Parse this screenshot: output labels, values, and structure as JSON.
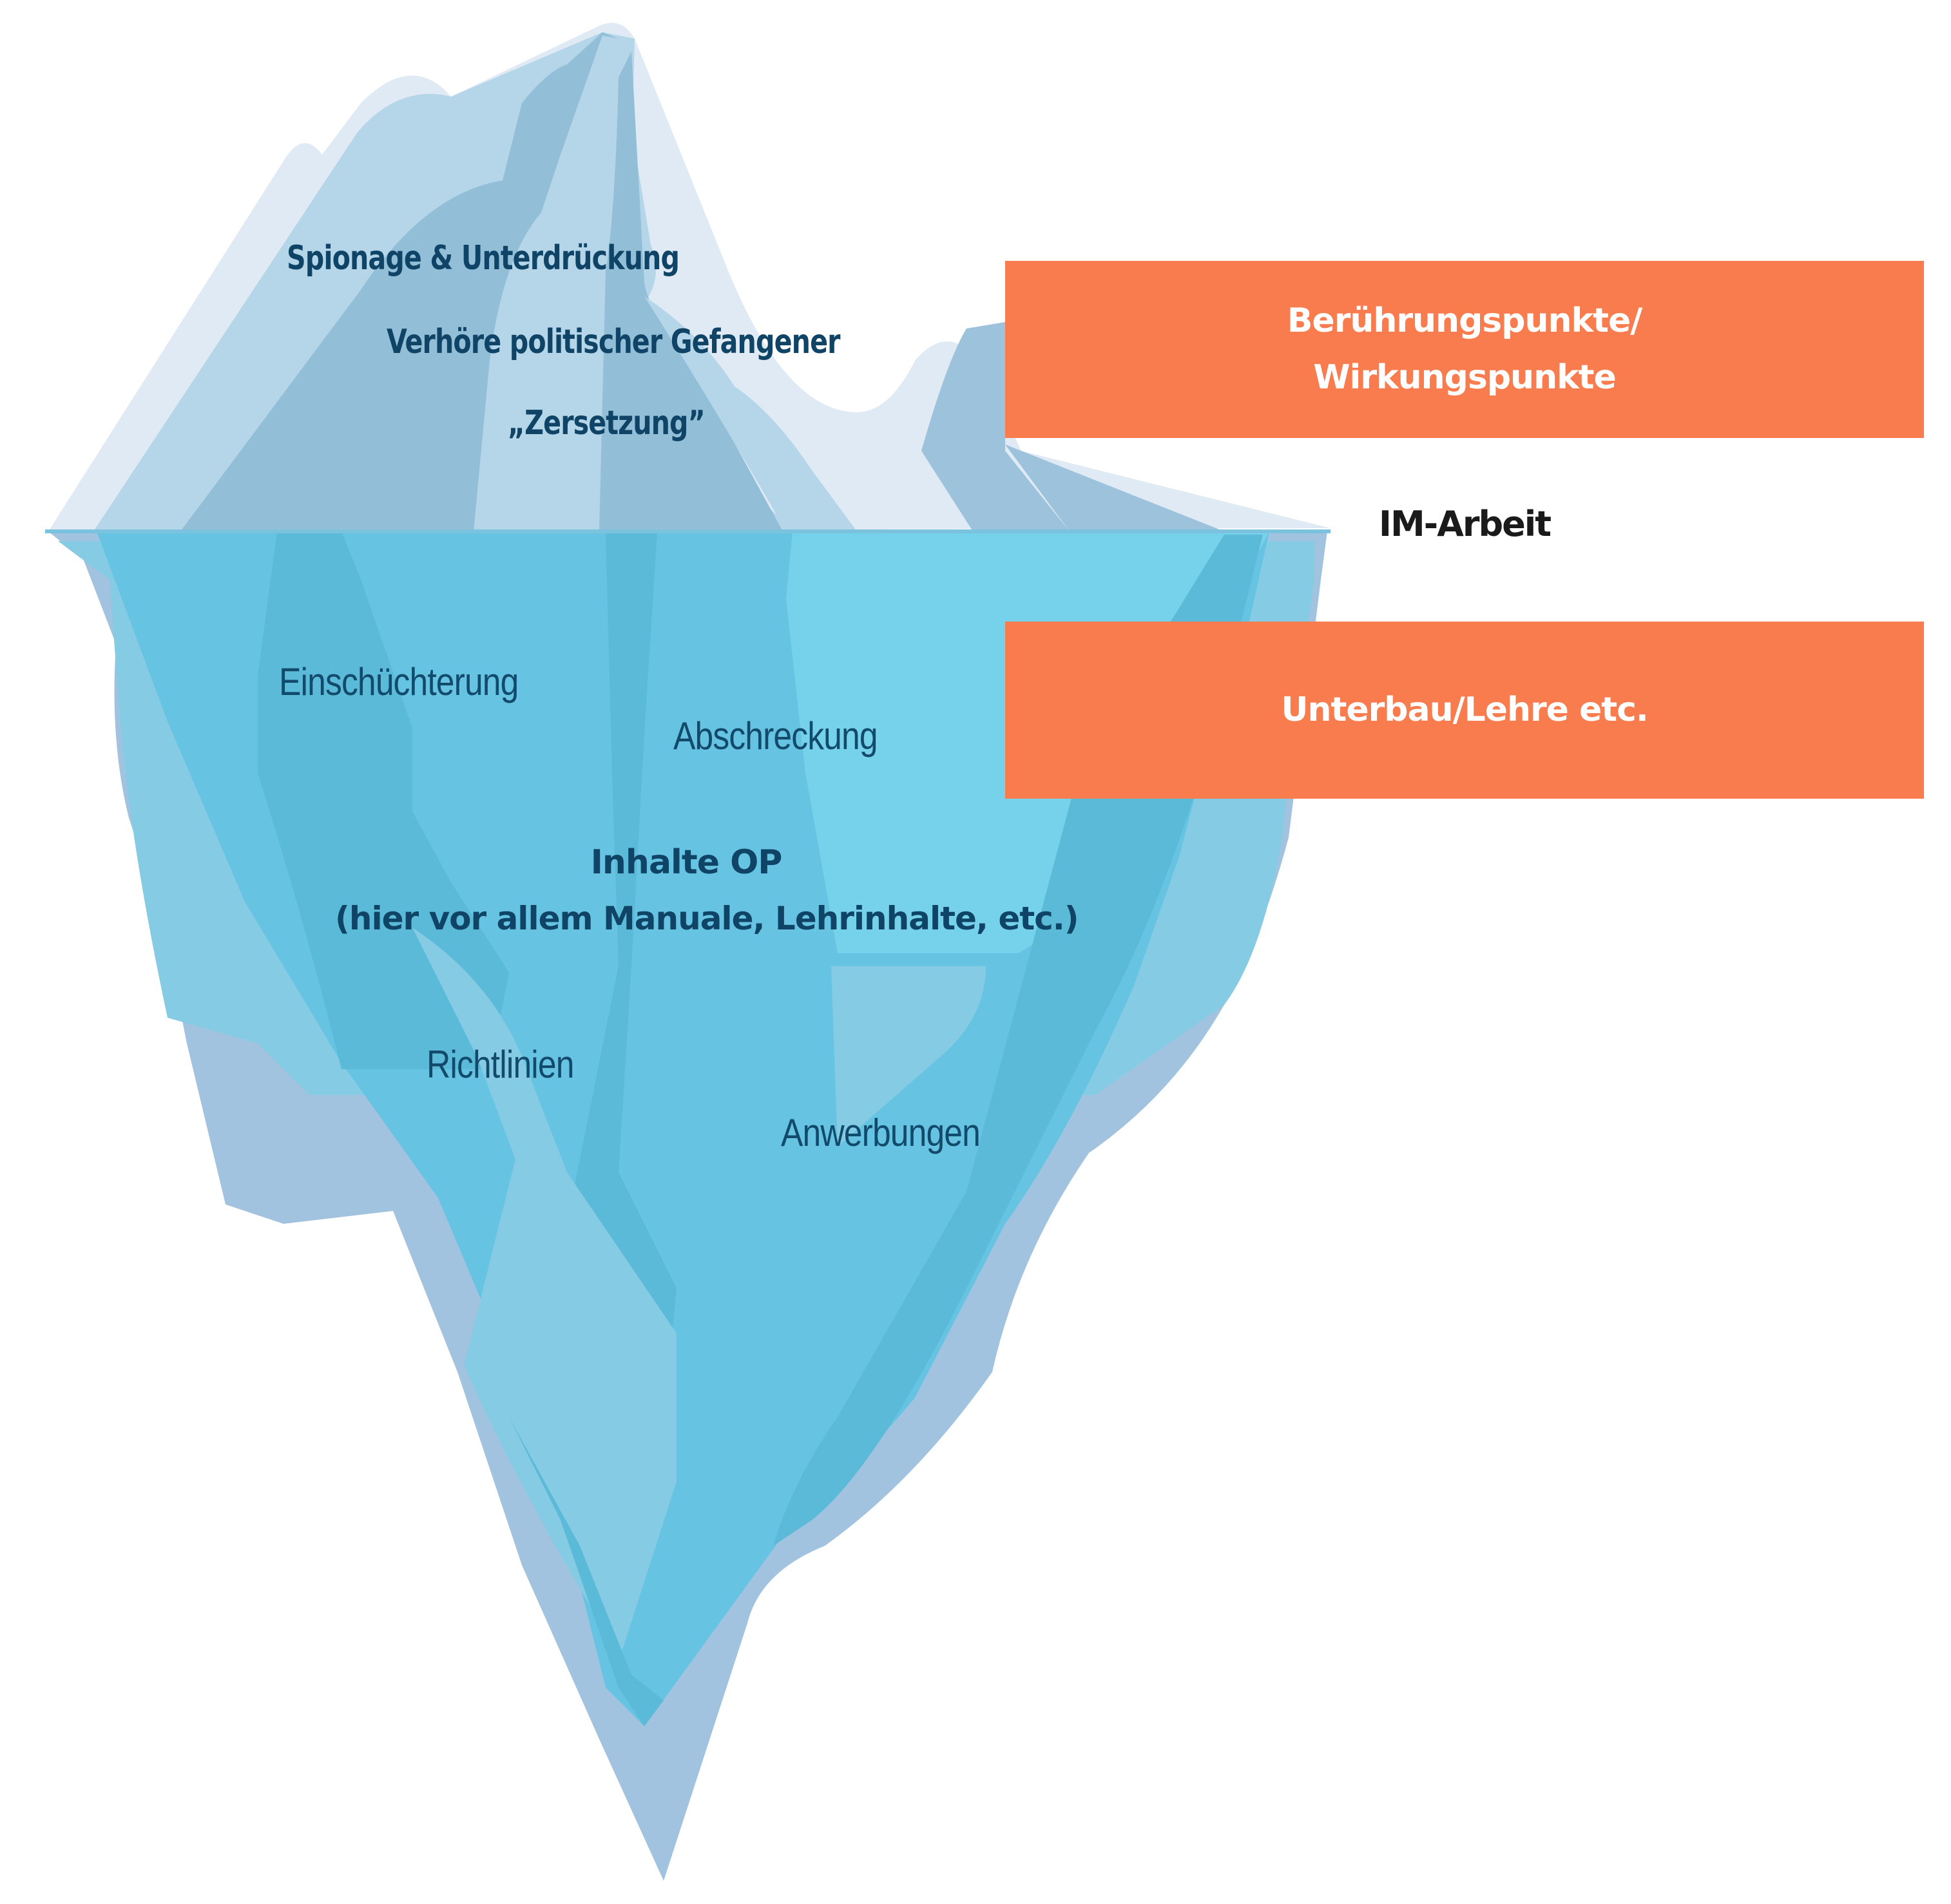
{
  "colors": {
    "background": "#ffffff",
    "box_fill": "#f87c4e",
    "box_text": "#ffffff",
    "label_dark_blue": "#0f4466",
    "middle_label": "#1a1a1a",
    "ice_above_lightest": "#e0eaf4",
    "ice_above_light": "#b5d5e8",
    "ice_above_mid": "#92bfd7",
    "ice_above_dark": "#9cc2dc",
    "ice_below_surface": "#66c3e2",
    "ice_below_bright": "#76d2ea",
    "ice_below_mid": "#5bbad7",
    "ice_below_soft": "#86cbe4",
    "ice_below_outer": "#9cc2dc",
    "ice_below_deep": "#a2c3e0"
  },
  "above_water": {
    "labels": [
      "Spionage & Unterdrückung",
      "Verhöre politischer Gefangener",
      "„Zersetzung”"
    ]
  },
  "below_water": {
    "labels": {
      "einschuechterung": "Einschüchterung",
      "abschreckung": "Abschreckung",
      "inhalte_title": "Inhalte OP",
      "inhalte_sub": "(hier vor allem Manuale, Lehrinhalte, etc.)",
      "richtlinien": "Richtlinien",
      "anwerbungen": "Anwerbungen"
    }
  },
  "legend": {
    "top_box": [
      "Berührungspunkte/",
      "Wirkungspunkte"
    ],
    "waterline_label": "IM-Arbeit",
    "bottom_box": "Unterbau/Lehre etc."
  }
}
